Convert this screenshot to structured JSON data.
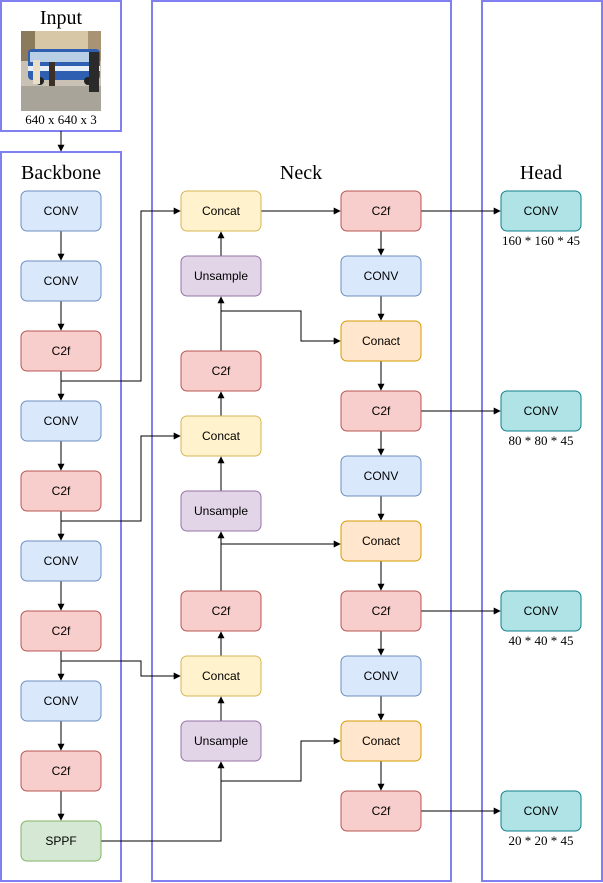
{
  "sections": {
    "input": "Input",
    "backbone": "Backbone",
    "neck": "Neck",
    "head": "Head"
  },
  "input_caption": "640 x 640 x 3",
  "colors": {
    "panel_border": "#8080f0",
    "conv": {
      "fill": "#dae8fc",
      "stroke": "#6c8ebf"
    },
    "c2f": {
      "fill": "#f8cecc",
      "stroke": "#b85450"
    },
    "concat": {
      "fill": "#fff2cc",
      "stroke": "#d6b656"
    },
    "conact": {
      "fill": "#ffe6cc",
      "stroke": "#d79b00"
    },
    "unsample": {
      "fill": "#e1d5e7",
      "stroke": "#9673a6"
    },
    "sppf": {
      "fill": "#d5e8d4",
      "stroke": "#82b366"
    },
    "head_conv": {
      "fill": "#b0e3e6",
      "stroke": "#0e8088"
    }
  },
  "nodes": {
    "b1": {
      "label": "CONV",
      "kind": "conv"
    },
    "b2": {
      "label": "CONV",
      "kind": "conv"
    },
    "b3": {
      "label": "C2f",
      "kind": "c2f"
    },
    "b4": {
      "label": "CONV",
      "kind": "conv"
    },
    "b5": {
      "label": "C2f",
      "kind": "c2f"
    },
    "b6": {
      "label": "CONV",
      "kind": "conv"
    },
    "b7": {
      "label": "C2f",
      "kind": "c2f"
    },
    "b8": {
      "label": "CONV",
      "kind": "conv"
    },
    "b9": {
      "label": "C2f",
      "kind": "c2f"
    },
    "b10": {
      "label": "SPPF",
      "kind": "sppf"
    },
    "n_concat1": {
      "label": "Concat",
      "kind": "concat"
    },
    "n_unsample1": {
      "label": "Unsample",
      "kind": "unsample"
    },
    "n_c2f1": {
      "label": "C2f",
      "kind": "c2f"
    },
    "n_concat2": {
      "label": "Concat",
      "kind": "concat"
    },
    "n_unsample2": {
      "label": "Unsample",
      "kind": "unsample"
    },
    "n_c2f2": {
      "label": "C2f",
      "kind": "c2f"
    },
    "n_concat3": {
      "label": "Concat",
      "kind": "concat"
    },
    "n_unsample3": {
      "label": "Unsample",
      "kind": "unsample"
    },
    "r_c2f1": {
      "label": "C2f",
      "kind": "c2f"
    },
    "r_conv1": {
      "label": "CONV",
      "kind": "conv"
    },
    "r_conact1": {
      "label": "Conact",
      "kind": "conact"
    },
    "r_c2f2": {
      "label": "C2f",
      "kind": "c2f"
    },
    "r_conv2": {
      "label": "CONV",
      "kind": "conv"
    },
    "r_conact2": {
      "label": "Conact",
      "kind": "conact"
    },
    "r_c2f3": {
      "label": "C2f",
      "kind": "c2f"
    },
    "r_conv3": {
      "label": "CONV",
      "kind": "conv"
    },
    "r_conact3": {
      "label": "Conact",
      "kind": "conact"
    },
    "r_c2f4": {
      "label": "C2f",
      "kind": "c2f"
    },
    "h1": {
      "label": "CONV",
      "kind": "head_conv",
      "caption": "160 * 160 * 45"
    },
    "h2": {
      "label": "CONV",
      "kind": "head_conv",
      "caption": "80 * 80 * 45"
    },
    "h3": {
      "label": "CONV",
      "kind": "head_conv",
      "caption": "40 * 40 * 45"
    },
    "h4": {
      "label": "CONV",
      "kind": "head_conv",
      "caption": "20 * 20 * 45"
    }
  }
}
